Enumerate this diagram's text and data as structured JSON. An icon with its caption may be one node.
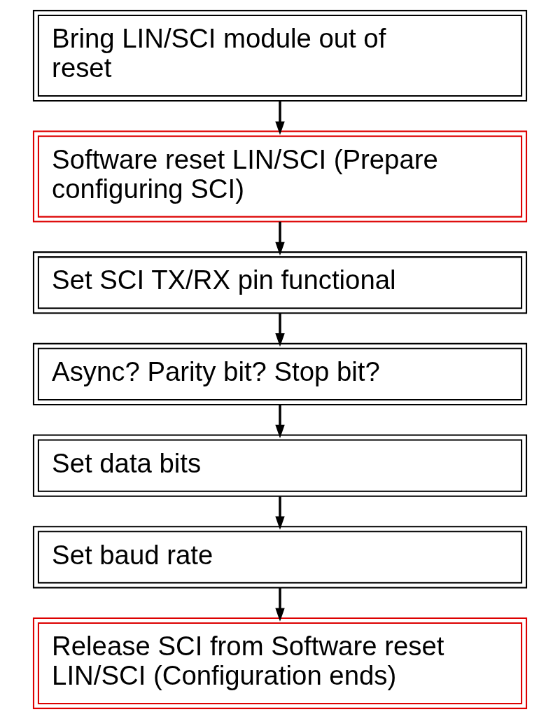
{
  "diagram": {
    "nodes": [
      {
        "text": [
          "Bring LIN/SCI module out of reset"
        ]
      },
      {
        "text": [
          "Software reset LIN/SCI (Prepare configuring SCI)"
        ]
      },
      {
        "text": [
          "Set SCI TX/RX pin functional"
        ]
      },
      {
        "text": [
          "Async? Parity bit? Stop bit?"
        ]
      },
      {
        "text": [
          "Set data bits"
        ]
      },
      {
        "text": [
          "Set baud rate"
        ]
      },
      {
        "text": [
          "Release SCI from Software reset LIN/SCI (Configuration ends)"
        ]
      }
    ],
    "edges": [
      {
        "from": 0,
        "to": 1,
        "arrow": "to"
      },
      {
        "from": 1,
        "to": 2,
        "arrow": "to"
      },
      {
        "from": 2,
        "to": 3,
        "arrow": "to"
      },
      {
        "from": 3,
        "to": 4,
        "arrow": "to"
      },
      {
        "from": 4,
        "to": 5,
        "arrow": "to"
      },
      {
        "from": 5,
        "to": 6,
        "arrow": "to"
      }
    ]
  }
}
